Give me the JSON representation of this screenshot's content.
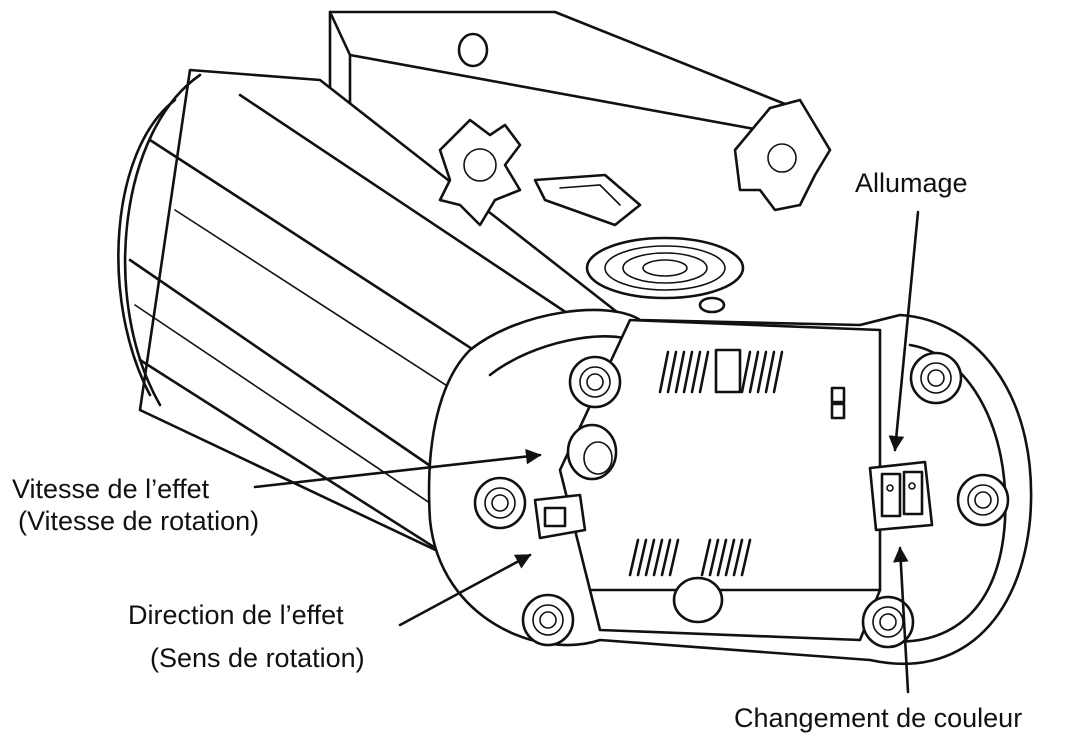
{
  "labels": {
    "power": "Allumage",
    "effect_speed": "Vitesse de l’effet",
    "effect_speed_sub": "(Vitesse de rotation)",
    "effect_direction": "Direction de l’effet",
    "effect_direction_sub": "(Sens de rotation)",
    "color_change": "Changement de couleur"
  },
  "colors": {
    "line": "#111111",
    "background": "#ffffff"
  }
}
